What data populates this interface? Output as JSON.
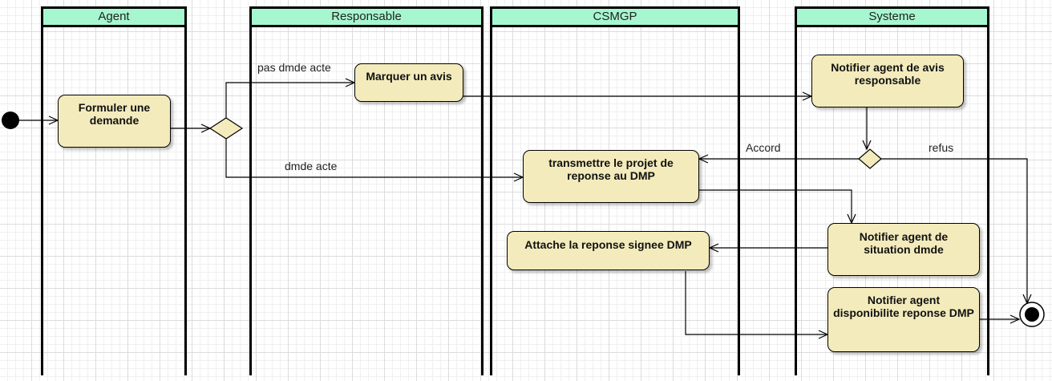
{
  "lanes": {
    "agent": "Agent",
    "responsable": "Responsable",
    "csmgp": "CSMGP",
    "systeme": "Systeme"
  },
  "activities": {
    "formuler": "Formuler une demande",
    "marquer": "Marquer un avis",
    "notifier_avis": "Notifier agent de avis responsable",
    "transmettre": "transmettre le projet de reponse au DMP",
    "notifier_situation": "Notifier agent de situation dmde",
    "attache": "Attache la reponse signee DMP",
    "notifier_dispo": "Notifier agent disponibilite reponse DMP"
  },
  "guards": {
    "pas_dmde_acte": "pas dmde acte",
    "dmde_acte": "dmde acte",
    "accord": "Accord",
    "refus": "refus"
  },
  "colors": {
    "lane_header": "#a6f7d0",
    "activity_fill": "#f3ebbc"
  }
}
